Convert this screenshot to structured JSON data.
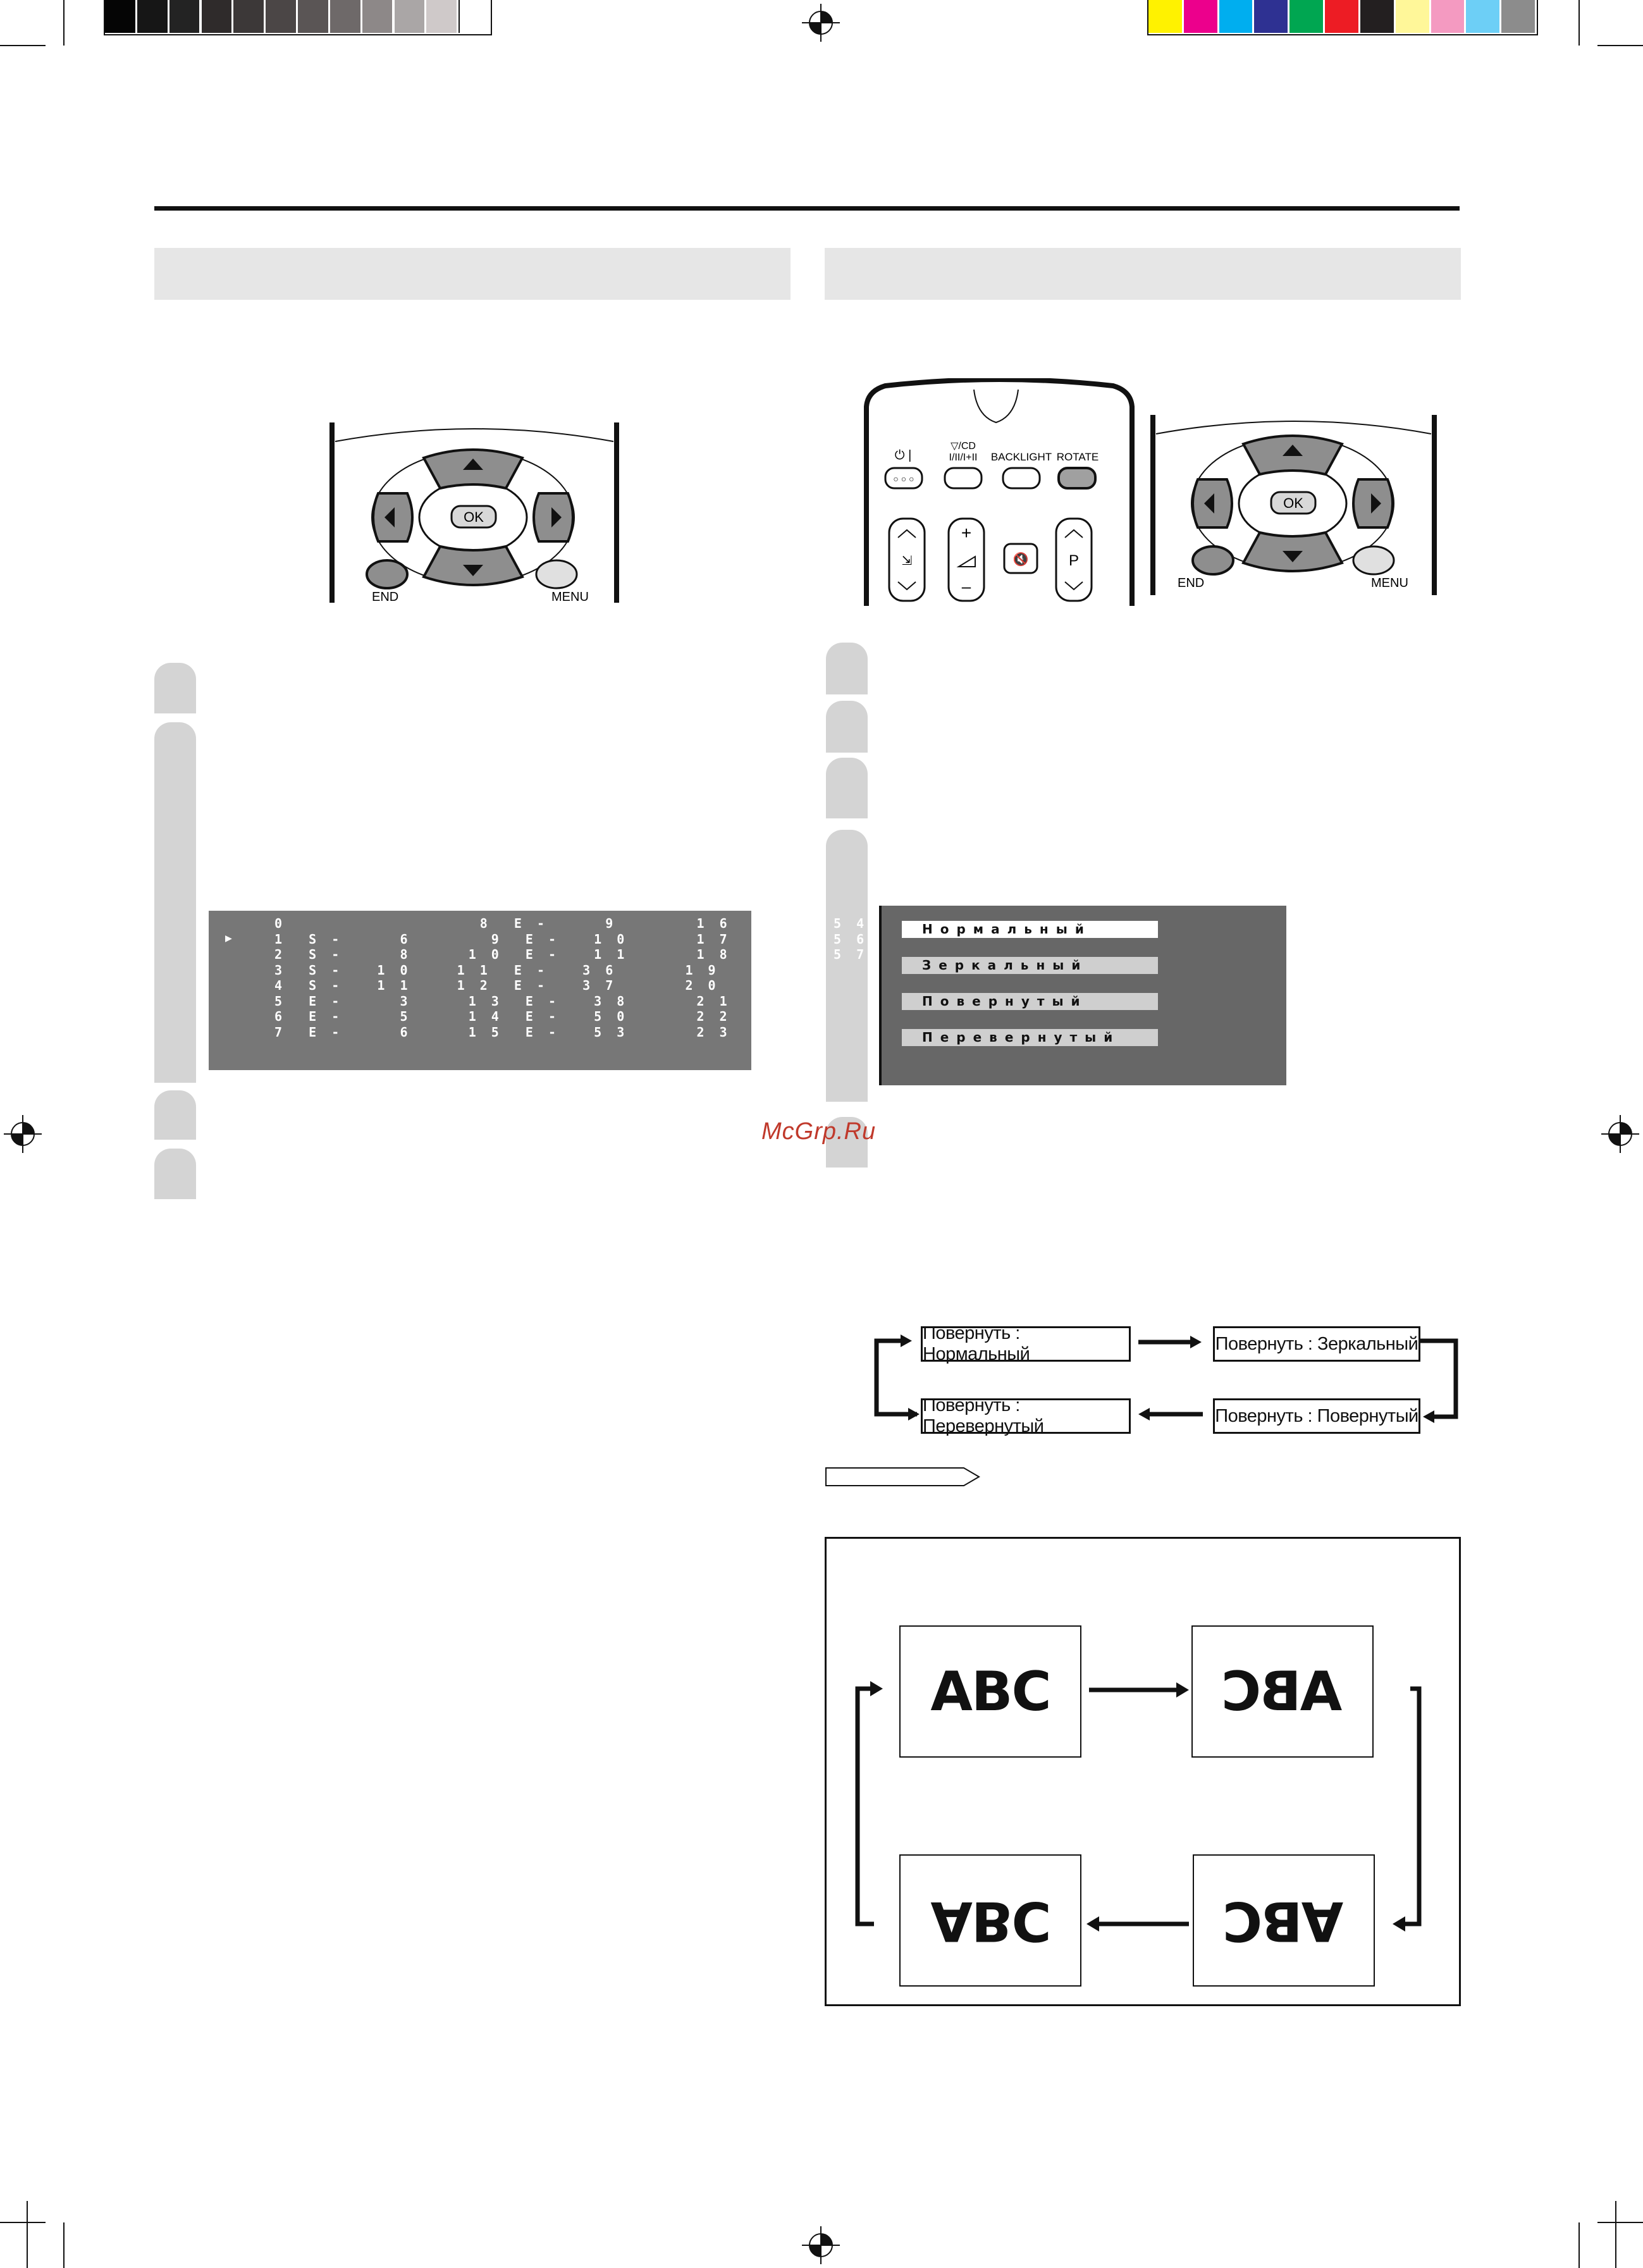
{
  "color_bar": {
    "grays": [
      "#050505",
      "#161616",
      "#232323",
      "#2f2b2b",
      "#3c3838",
      "#4b4646",
      "#5a5555",
      "#6e6969",
      "#8d8888",
      "#aaa6a6",
      "#cfc9c9",
      "#ffffff"
    ],
    "colors": [
      "#fff200",
      "#ec008c",
      "#00aeef",
      "#2e3192",
      "#00a651",
      "#ed1c24",
      "#231f20",
      "#fff799",
      "#f49ac1",
      "#6dcff6",
      "#8c8c8c"
    ]
  },
  "watermark": "McGrp.Ru",
  "left_remote": {
    "ok_label": "OK",
    "end_label": "END",
    "menu_label": "MENU"
  },
  "right_remote": {
    "power_label": "⏻ |",
    "input_label": "I/II/I+II",
    "backlight_label": "BACKLIGHT",
    "rotate_label": "ROTATE",
    "ok_label": "OK",
    "end_label": "END",
    "menu_label": "MENU",
    "plus_label": "+",
    "minus_label": "–",
    "p_label": "P"
  },
  "channel_table": {
    "marker": "▶",
    "rows": [
      "0                 8  E -     9       1 6   E -   5 4",
      "1  S -     6       9  E -   1 0      1 7   E -   5 6",
      "2  S -     8     1 0  E -   1 1      1 8   E -   5 7",
      "3  S -   1 0    1 1  E -   3 6      1 9",
      "4  S -   1 1    1 2  E -   3 7      2 0",
      "5  E -     3     1 3  E -   3 8      2 1",
      "6  E -     5     1 4  E -   5 0      2 2",
      "7  E -     6     1 5  E -   5 3      2 3"
    ]
  },
  "rotate_menu": {
    "items": [
      "Нормальный",
      "Зеркальный",
      "Повернутый",
      "Перевернутый"
    ],
    "selected_index": 0
  },
  "rotate_flow": {
    "normal": "Повернуть : Нормальный",
    "mirror": "Повернуть : Зеркальный",
    "rotated": "Повернуть : Повернутый",
    "flipped": "Повернуть : Перевернутый"
  },
  "abc_demo": {
    "text": "ABC"
  }
}
